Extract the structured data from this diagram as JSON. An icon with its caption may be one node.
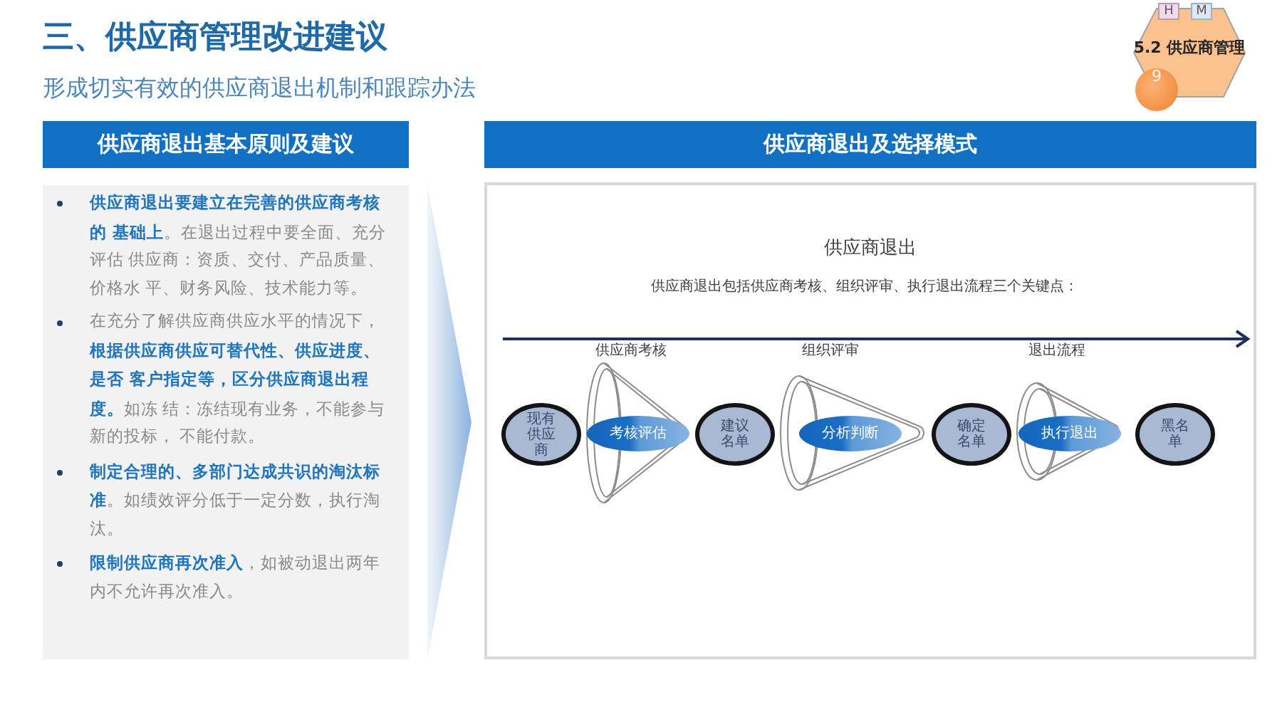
{
  "diagram": {
    "title": "三、供应商管理改进建议",
    "nodes": [
      {
        "text": [
          "5.2 供应商管理"
        ]
      },
      {
        "text": [
          "H"
        ]
      },
      {
        "text": [
          "M"
        ]
      },
      {
        "text": [
          "9"
        ]
      },
      {
        "text": [
          "供应商退出基本原则及建议"
        ]
      },
      {
        "text": [
          "**供应商退出要建立在完善的供应商考核的 基础上**。在退出过程中要全面、充分评估 供应商：资质、交付、产品质量、价格水 平、财务风险、技术能力等。",
          "在充分了解供应商供应水平的情况下，**根据供应商供应可替代性、供应进度、是否 客户指定等，区分供应商退出程度。**如冻 结：冻结现有业务，不能参与新的投标， 不能付款。",
          "**制定合理的、多部门达成共识的淘汰标准**。如绩效评分低于一定分数，执行淘汰。",
          "**限制供应商再次准入**，如被动退出两年内不允许再次准入。"
        ]
      },
      {
        "text": [
          "供应商退出及选择模式"
        ]
      },
      {
        "text": [
          "供应商退出",
          "供应商退出包括供应商考核、组织评审、执行退出流程三个关键点："
        ]
      },
      {
        "text": [
          "现有供应商"
        ],
        "in": 7
      },
      {
        "text": [
          "供应商考核"
        ],
        "in": 7
      },
      {
        "text": [
          "考核评估"
        ],
        "in": 9
      },
      {
        "text": [
          "建议名单"
        ],
        "in": 7
      },
      {
        "text": [
          "组织评审"
        ],
        "in": 7
      },
      {
        "text": [
          "分析判断"
        ],
        "in": 12
      },
      {
        "text": [
          "确定名单"
        ],
        "in": 7
      },
      {
        "text": [
          "退出流程"
        ],
        "in": 7
      },
      {
        "text": [
          "执行退出"
        ],
        "in": 15
      },
      {
        "text": [
          "黑名单"
        ],
        "in": 7
      }
    ],
    "edges": [
      {
        "from": 5,
        "to": 7,
        "arrow": "to"
      }
    ],
    "labels": [
      "形成切实有效的供应商退出机制和跟踪办法"
    ]
  }
}
